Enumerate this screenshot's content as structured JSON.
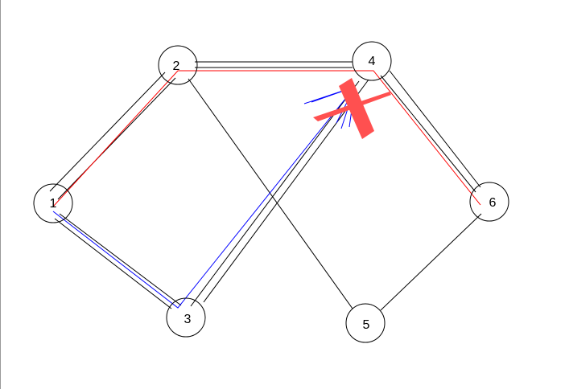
{
  "graph": {
    "nodes": [
      {
        "id": "1",
        "label": "1"
      },
      {
        "id": "2",
        "label": "2"
      },
      {
        "id": "3",
        "label": "3"
      },
      {
        "id": "4",
        "label": "4"
      },
      {
        "id": "5",
        "label": "5"
      },
      {
        "id": "6",
        "label": "6"
      }
    ],
    "edges": [
      {
        "from": "1",
        "to": "2"
      },
      {
        "from": "1",
        "to": "3"
      },
      {
        "from": "2",
        "to": "4"
      },
      {
        "from": "2",
        "to": "5"
      },
      {
        "from": "3",
        "to": "4"
      },
      {
        "from": "4",
        "to": "6"
      },
      {
        "from": "5",
        "to": "6"
      }
    ],
    "highlighted_paths": [
      {
        "name": "red-path",
        "color": "#ff0000",
        "nodes": [
          "1",
          "2",
          "4",
          "6"
        ]
      },
      {
        "name": "blue-path",
        "color": "#0000ff",
        "nodes": [
          "1",
          "3",
          "4"
        ]
      }
    ],
    "blocked_marker": {
      "near_node": "4",
      "color": "#ff5050"
    }
  },
  "colors": {
    "edge": "#000000",
    "node_stroke": "#000000",
    "node_fill": "#ffffff",
    "red_path": "#ff0000",
    "blue_path": "#0000ff",
    "cross": "#ff5050",
    "border": "#9a9a9a"
  }
}
